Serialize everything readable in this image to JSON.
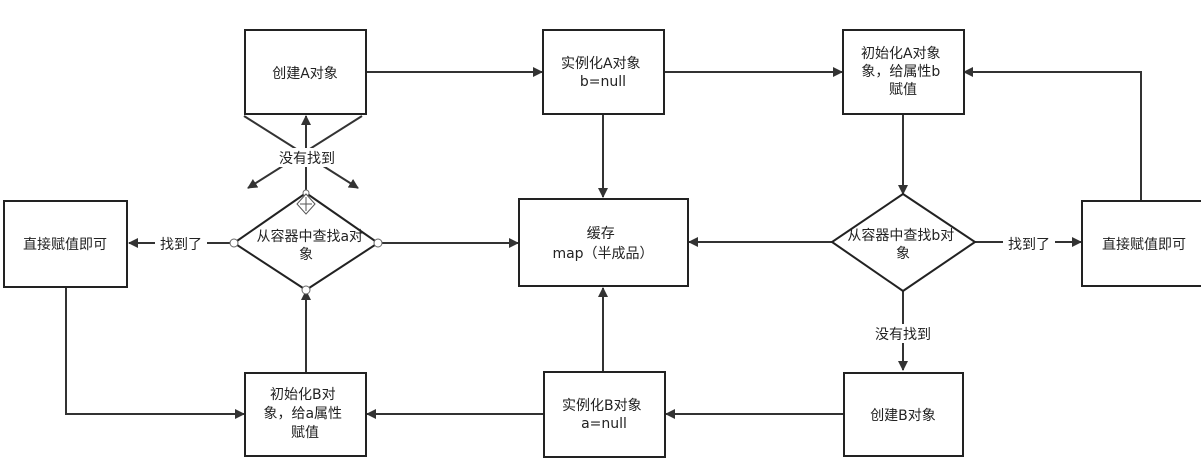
{
  "nodes": {
    "create_a": {
      "lines": [
        "创建A对象"
      ]
    },
    "instantiate_a": {
      "lines": [
        "实例化A对象",
        "b=null"
      ]
    },
    "init_a": {
      "lines": [
        "初始化A对象",
        "象，给属性b",
        "赋值"
      ]
    },
    "find_a": {
      "lines": [
        "从容器中查找a对",
        "象"
      ]
    },
    "cache": {
      "lines": [
        "缓存",
        "map（半成品）"
      ]
    },
    "find_b": {
      "lines": [
        "从容器中查找b对",
        "象"
      ]
    },
    "assign_left": {
      "lines": [
        "直接赋值即可"
      ]
    },
    "assign_right": {
      "lines": [
        "直接赋值即可"
      ]
    },
    "init_b": {
      "lines": [
        "初始化B对",
        "象，给a属性",
        "赋值"
      ]
    },
    "instantiate_b": {
      "lines": [
        "实例化B对象",
        "a=null"
      ]
    },
    "create_b": {
      "lines": [
        "创建B对象"
      ]
    }
  },
  "edge_labels": {
    "found_left": "找到了",
    "found_right": "找到了",
    "not_found_top": "没有找到",
    "not_found_right": "没有找到"
  }
}
